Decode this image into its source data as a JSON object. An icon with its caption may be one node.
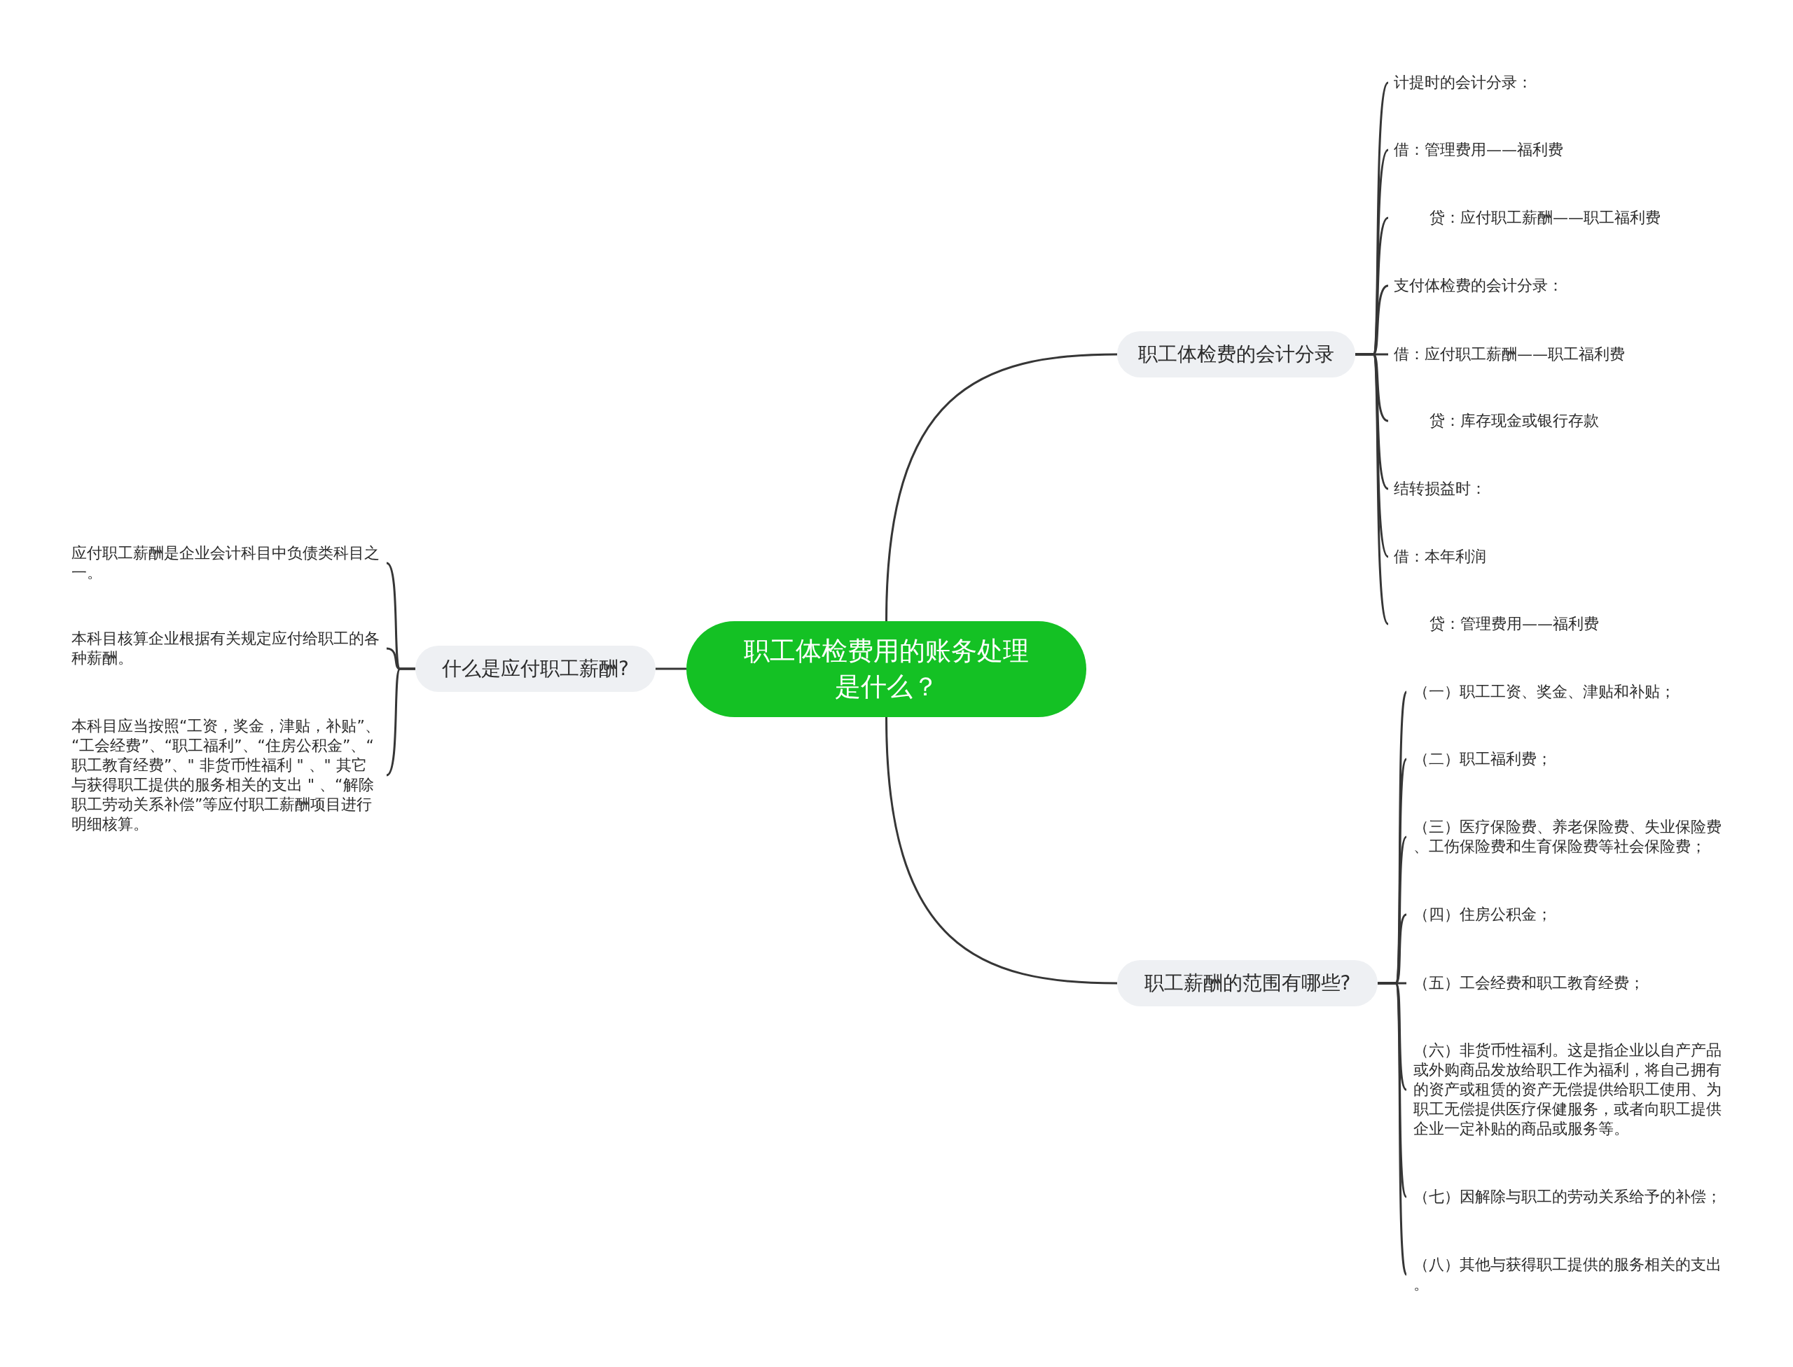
{
  "diagram": {
    "nodes": [
      {
        "text": [
          "职工体检费用的账务处理是什么？"
        ]
      },
      {
        "text": [
          "职工体检费的会计分录"
        ]
      },
      {
        "text": [
          "计提时的会计分录："
        ]
      },
      {
        "text": [
          "借：管理费用——福利费"
        ]
      },
      {
        "text": [
          "贷：应付职工薪酬——职工福利费"
        ]
      },
      {
        "text": [
          "支付体检费的会计分录："
        ]
      },
      {
        "text": [
          "借：应付职工薪酬——职工福利费"
        ]
      },
      {
        "text": [
          "贷：库存现金或银行存款"
        ]
      },
      {
        "text": [
          "结转损益时："
        ]
      },
      {
        "text": [
          "借：本年利润"
        ]
      },
      {
        "text": [
          "贷：管理费用——福利费"
        ]
      },
      {
        "text": [
          "什么是应付职工薪酬?"
        ]
      },
      {
        "text": [
          "应付职工薪酬是企业会计科目中负债类科目之一。"
        ]
      },
      {
        "text": [
          "本科目核算企业根据有关规定应付给职工的各种薪酬。"
        ]
      },
      {
        "text": [
          "本科目应当按照“工资，奖金，津贴，补贴”、“工会经费”、“职工福利”、“住房公积金”、“职工教育经费”、\" 非货币性福利 \" 、\" 其它与获得职工提供的服务相关的支出 \" 、“解除职工劳动关系补偿”等应付职工薪酬项目进行明细核算。"
        ]
      },
      {
        "text": [
          "职工薪酬的范围有哪些?"
        ]
      },
      {
        "text": [
          "（一）职工工资、奖金、津贴和补贴；"
        ]
      },
      {
        "text": [
          "（二）职工福利费；"
        ]
      },
      {
        "text": [
          "（三）医疗保险费、养老保险费、失业保险费、工伤保险费和生育保险费等社会保险费；"
        ]
      },
      {
        "text": [
          "（四）住房公积金；"
        ]
      },
      {
        "text": [
          "（五）工会经费和职工教育经费；"
        ]
      },
      {
        "text": [
          "（六）非货币性福利。这是指企业以自产产品或外购商品发放给职工作为福利，将自己拥有的资产或租赁的资产无偿提供给职工使用、为职工无偿提供医疗保健服务，或者向职工提供企业一定补贴的商品或服务等。"
        ]
      },
      {
        "text": [
          "（七）因解除与职工的劳动关系给予的补偿；"
        ]
      },
      {
        "text": [
          "（八）其他与获得职工提供的服务相关的支出。"
        ]
      }
    ],
    "edges": [
      {
        "from": 0,
        "to": 1,
        "arrow": "none"
      },
      {
        "from": 1,
        "to": 2,
        "arrow": "none"
      },
      {
        "from": 1,
        "to": 3,
        "arrow": "none"
      },
      {
        "from": 1,
        "to": 4,
        "arrow": "none"
      },
      {
        "from": 1,
        "to": 5,
        "arrow": "none"
      },
      {
        "from": 1,
        "to": 6,
        "arrow": "none"
      },
      {
        "from": 1,
        "to": 7,
        "arrow": "none"
      },
      {
        "from": 1,
        "to": 8,
        "arrow": "none"
      },
      {
        "from": 1,
        "to": 9,
        "arrow": "none"
      },
      {
        "from": 1,
        "to": 10,
        "arrow": "none"
      },
      {
        "from": 0,
        "to": 11,
        "arrow": "none"
      },
      {
        "from": 11,
        "to": 12,
        "arrow": "none"
      },
      {
        "from": 11,
        "to": 13,
        "arrow": "none"
      },
      {
        "from": 11,
        "to": 14,
        "arrow": "none"
      },
      {
        "from": 0,
        "to": 15,
        "arrow": "none"
      },
      {
        "from": 15,
        "to": 16,
        "arrow": "none"
      },
      {
        "from": 15,
        "to": 17,
        "arrow": "none"
      },
      {
        "from": 15,
        "to": 18,
        "arrow": "none"
      },
      {
        "from": 15,
        "to": 19,
        "arrow": "none"
      },
      {
        "from": 15,
        "to": 20,
        "arrow": "none"
      },
      {
        "from": 15,
        "to": 21,
        "arrow": "none"
      },
      {
        "from": 15,
        "to": 22,
        "arrow": "none"
      },
      {
        "from": 15,
        "to": 23,
        "arrow": "none"
      }
    ]
  }
}
